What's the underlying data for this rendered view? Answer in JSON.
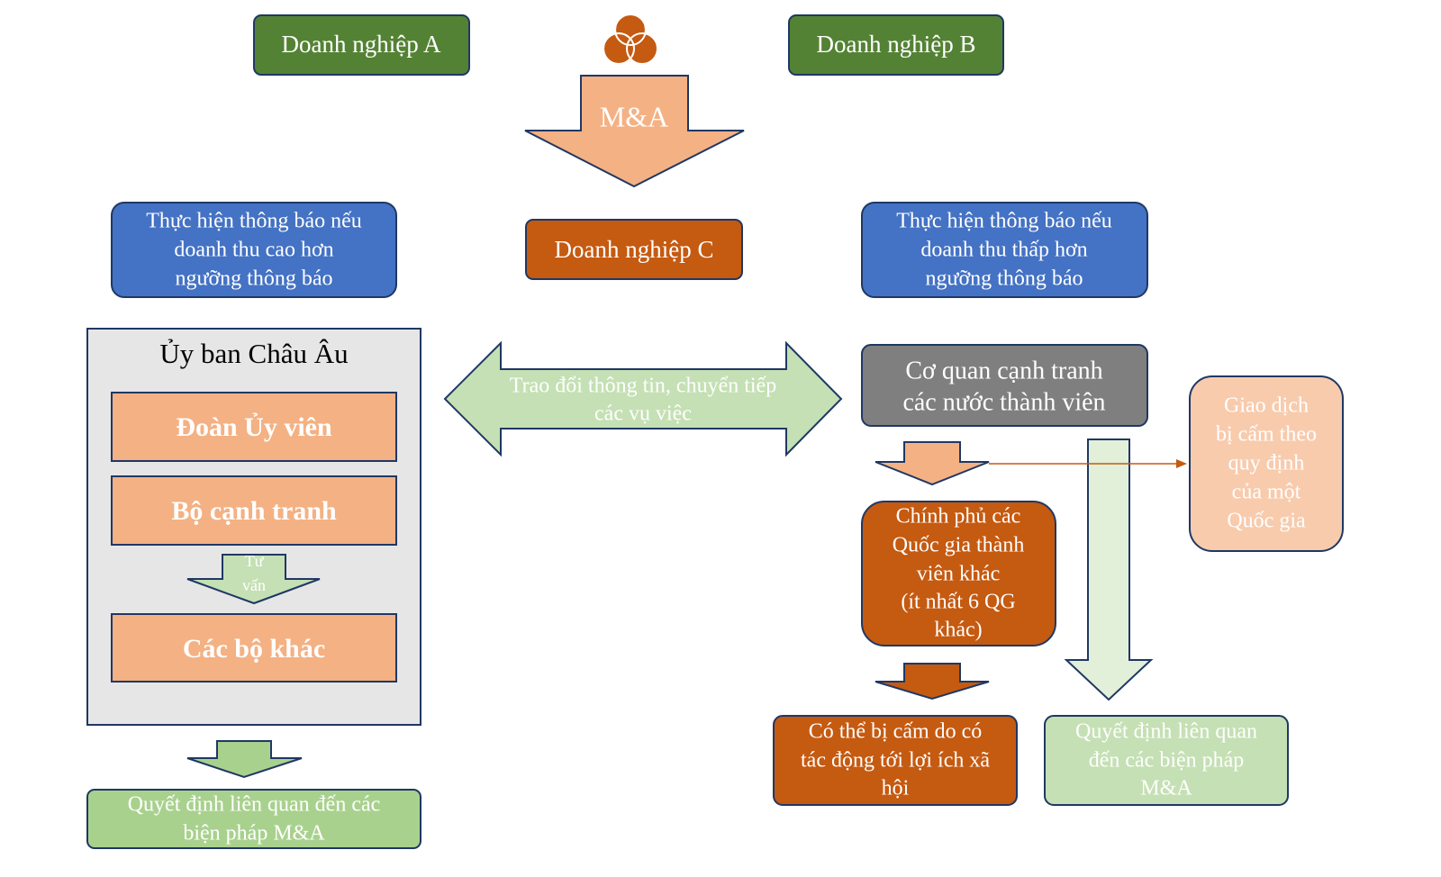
{
  "colors": {
    "dark_green": "#548235",
    "blue": "#4472c4",
    "dark_orange": "#c55a11",
    "light_orange": "#f4b183",
    "pale_orange": "#f8cbad",
    "gray": "#7f7f7f",
    "panel_gray": "#e7e6e6",
    "green": "#a9d18e",
    "light_green": "#c5e0b4",
    "pale_green": "#e2f0d9",
    "border": "#1f3864"
  },
  "icons": {
    "logo": "three-circles-icon"
  },
  "company_a": "Doanh nghiệp A",
  "company_b": "Doanh nghiệp B",
  "merger_label": "M&A",
  "company_c": "Doanh nghiệp C",
  "notify_high": [
    "Thực hiện thông báo nếu",
    "doanh thu cao hơn",
    "ngưỡng thông báo"
  ],
  "notify_low": [
    "Thực hiện thông báo nếu",
    "doanh thu thấp hơn",
    "ngưỡng thông báo"
  ],
  "eu_commission": {
    "title": "Ủy ban Châu Âu",
    "commissioners": "Đoàn Ủy viên",
    "competition": "Bộ cạnh tranh",
    "advise": [
      "Tư",
      "vấn"
    ],
    "other_departments": "Các bộ khác"
  },
  "exchange": [
    "Trao đổi thông tin, chuyển tiếp",
    "các vụ việc"
  ],
  "national_authorities": [
    "Cơ quan cạnh tranh",
    "các nước thành viên"
  ],
  "prohibited": [
    "Giao dịch",
    "bị cấm theo",
    "quy định",
    "của một",
    "Quốc gia"
  ],
  "other_governments": [
    "Chính phủ các",
    "Quốc gia thành",
    "viên khác",
    "(ít nhất 6 QG",
    "khác)"
  ],
  "may_ban": [
    "Có thể bị cấm do có",
    "tác động tới lợi ích xã",
    "hội"
  ],
  "decision_right": [
    "Quyết định liên quan",
    "đến các biện pháp",
    "M&A"
  ],
  "decision_left": [
    "Quyết định liên quan đến các",
    "biện pháp M&A"
  ]
}
